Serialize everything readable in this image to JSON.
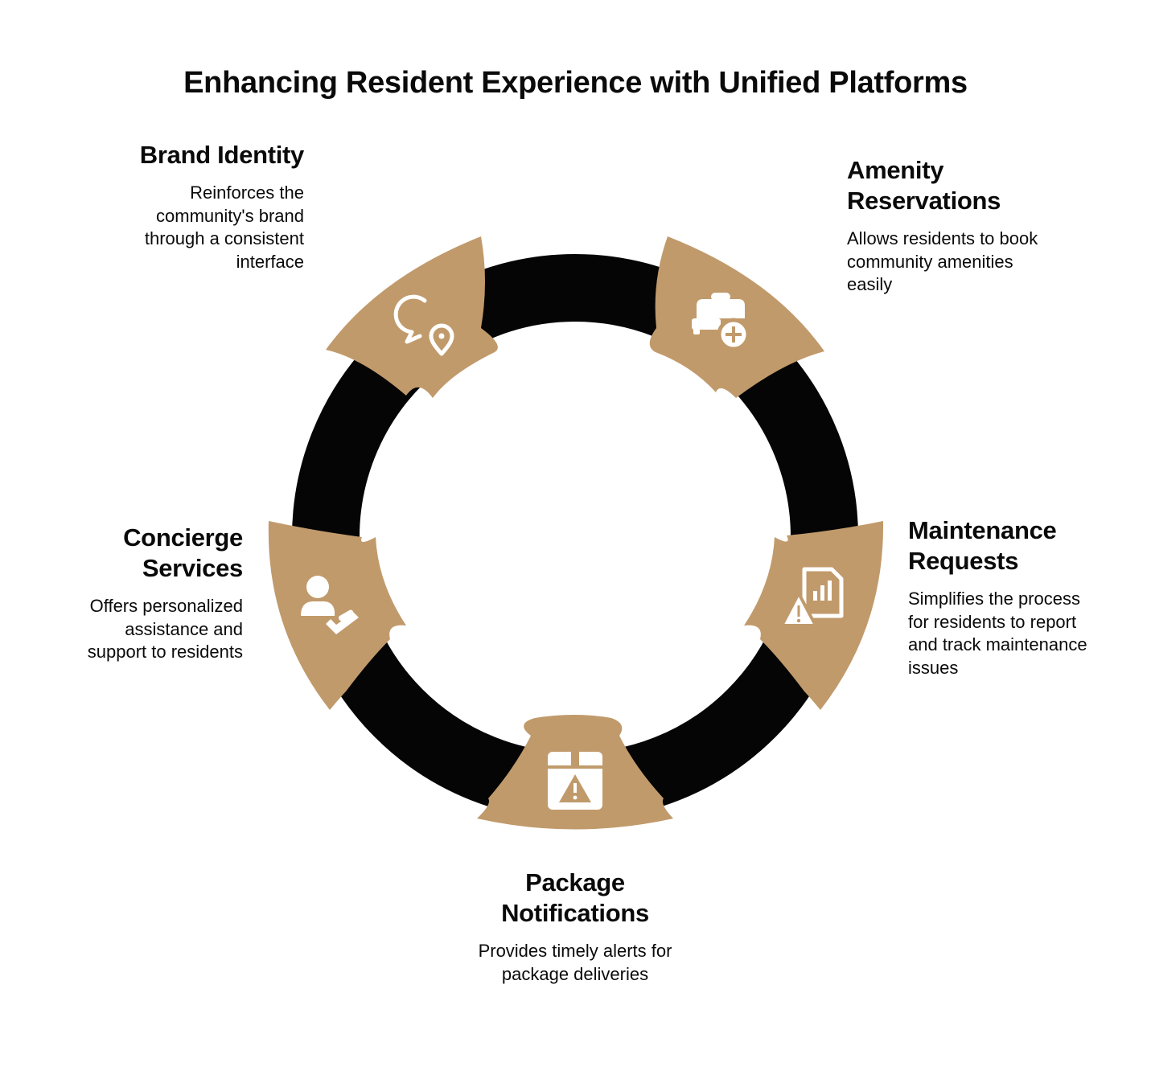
{
  "title": "Enhancing Resident Experience with Unified Platforms",
  "colors": {
    "ring": "#050505",
    "segment": "#c19a6b",
    "icon": "#ffffff",
    "text": "#0a0a0a"
  },
  "items": [
    {
      "heading": "Brand Identity",
      "description": "Reinforces the community's brand through a consistent interface",
      "icon": "chat-location-icon"
    },
    {
      "heading": "Amenity Reservations",
      "description": "Allows residents to book community amenities easily",
      "icon": "bed-plus-icon"
    },
    {
      "heading": "Maintenance Requests",
      "description": "Simplifies the process for residents to report and track maintenance issues",
      "icon": "document-alert-icon"
    },
    {
      "heading": "Package Notifications",
      "description": "Provides timely alerts for package deliveries",
      "icon": "package-alert-icon"
    },
    {
      "heading": "Concierge Services",
      "description": "Offers personalized assistance and support to residents",
      "icon": "concierge-icon"
    }
  ]
}
